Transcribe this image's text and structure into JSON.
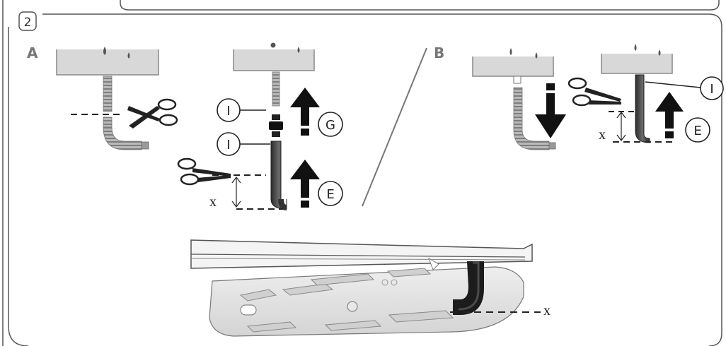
{
  "step_badge": "2",
  "sections": {
    "a": "A",
    "b": "B"
  },
  "callouts": {
    "i": "I",
    "g": "G",
    "e": "E"
  },
  "dimension_label": "x"
}
